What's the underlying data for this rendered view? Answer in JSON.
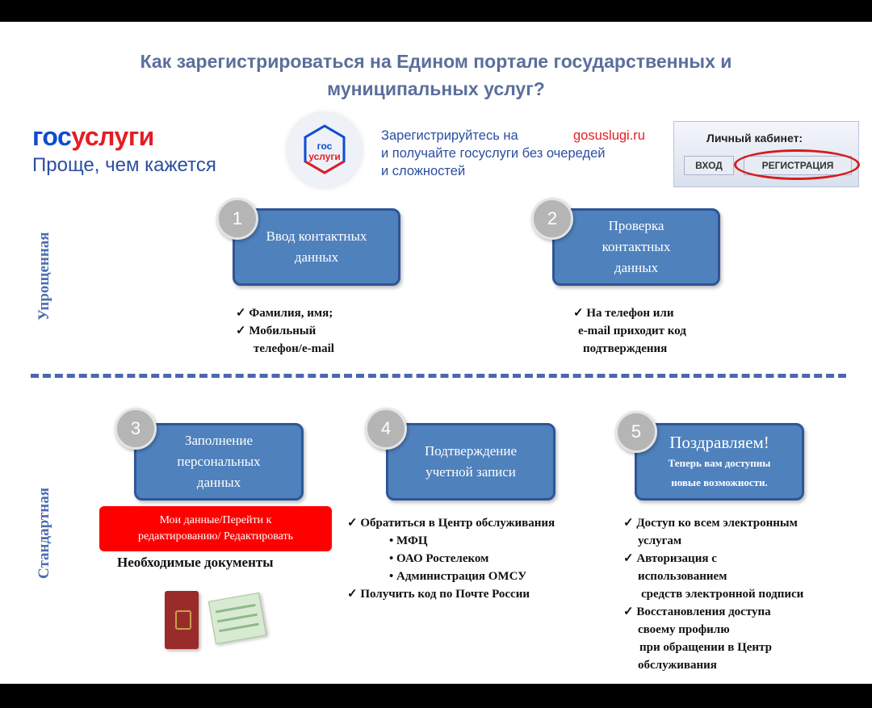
{
  "title": {
    "line1": "Как зарегистрироваться на Едином портале государственных и",
    "line2": "муниципальных услуг?"
  },
  "brand": {
    "logo_gos": "гос",
    "logo_uslugi": "услуги",
    "tagline": "Проще, чем кажется"
  },
  "badge": {
    "line1": "гос",
    "line2": "услуги"
  },
  "promo": {
    "line1": "Зарегистрируйтесь на",
    "domain": "gosuslugi.ru",
    "line2": "и получайте госуслуги без очередей",
    "line3": "и сложностей"
  },
  "cabinet": {
    "label": "Личный кабинет:",
    "login": "ВХОД",
    "register": "РЕГИСТРАЦИЯ"
  },
  "sections": {
    "simplified": "Упрощенная",
    "standard": "Стандартная"
  },
  "steps": [
    {
      "number": "1",
      "lines": [
        "Ввод контактных",
        "данных"
      ]
    },
    {
      "number": "2",
      "lines": [
        "Проверка",
        "контактных",
        "данных"
      ]
    },
    {
      "number": "3",
      "lines": [
        "Заполнение",
        "персональных",
        "данных"
      ]
    },
    {
      "number": "4",
      "lines": [
        "Подтверждение",
        "учетной записи"
      ]
    },
    {
      "number": "5",
      "lines": [
        "Поздравляем!",
        "Теперь вам доступны",
        "новые возможности."
      ]
    }
  ],
  "step1_list": [
    "✓ Фамилия, имя;",
    "✓ Мобильный",
    "телефон/e-mail"
  ],
  "step2_list": [
    "✓ На телефон или",
    "e-mail приходит  код",
    "подтверждения"
  ],
  "step3": {
    "button": [
      "Мои данные/Перейти к",
      "редактированию/ Редактировать"
    ],
    "docs_title": "Необходимые документы"
  },
  "step4_list": [
    "✓   Обратиться в Центр обслуживания",
    "•     МФЦ",
    "•     ОАО Ростелеком",
    "•     Администрация ОМСУ",
    "✓   Получить код по Почте России"
  ],
  "step5_list": [
    "✓ Доступ ко всем электронным",
    "услугам",
    "✓ Авторизация с",
    "использованием",
    "средств электронной подписи",
    "✓ Восстановления доступа",
    "своему профилю",
    "при обращении в Центр",
    "обслуживания"
  ],
  "colors": {
    "title": "#5b6f9c",
    "step_box": "#4f81bd",
    "step_border": "#2f5597",
    "brand_blue": "#0d4cd3",
    "brand_red": "#e31e24",
    "alert_red": "#ff0000"
  }
}
